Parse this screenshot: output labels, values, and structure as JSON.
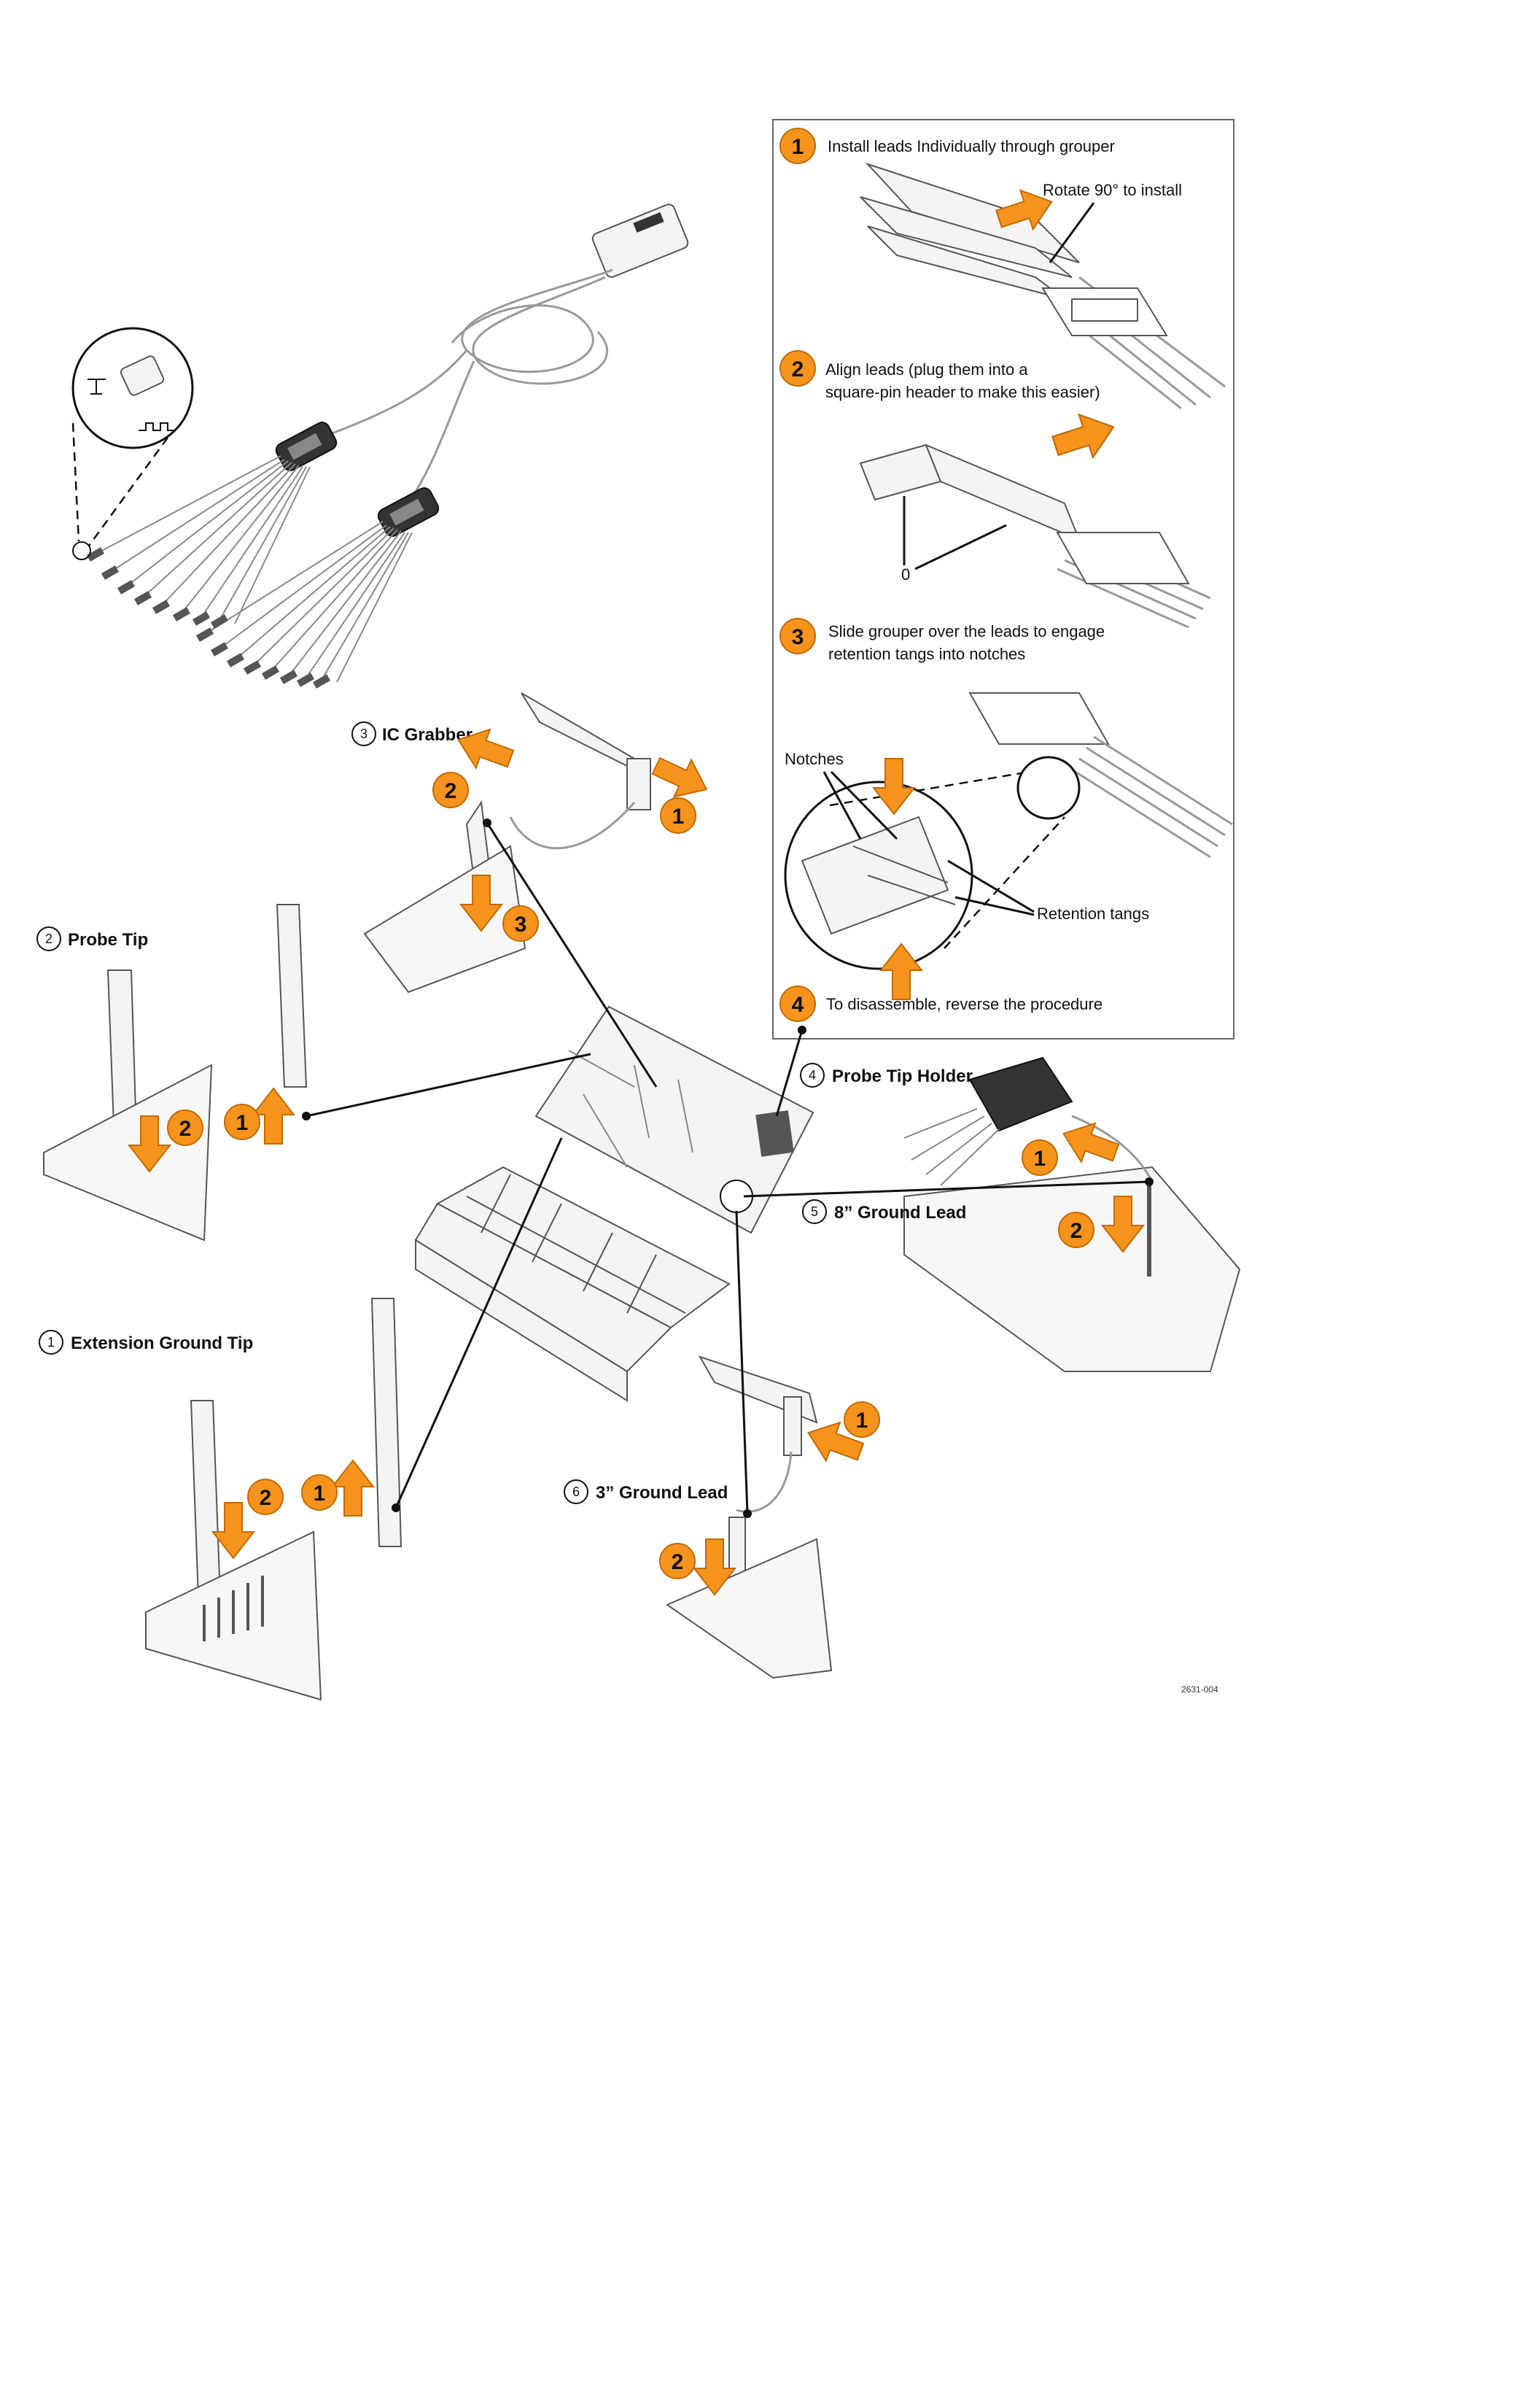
{
  "colors": {
    "accent": "#f7941d",
    "accent_stroke": "#c46a00",
    "line": "#111111",
    "panel_border": "#666666"
  },
  "instructions_panel": {
    "steps": [
      {
        "num": "1",
        "text": "Install leads Individually through grouper"
      },
      {
        "num": "2",
        "text_line1": "Align leads (plug them into a",
        "text_line2": "square-pin header to make this easier)"
      },
      {
        "num": "3",
        "text_line1": "Slide grouper over the leads to engage",
        "text_line2": "retention tangs into notches"
      },
      {
        "num": "4",
        "text": "To disassemble, reverse the procedure"
      }
    ],
    "rotate_label": "Rotate 90° to install",
    "zero_label": "0",
    "notches_label": "Notches",
    "retention_label": "Retention tangs"
  },
  "accessories": {
    "ic_grabber": {
      "num": "3",
      "label": "IC Grabber"
    },
    "probe_tip": {
      "num": "2",
      "label": "Probe Tip"
    },
    "ext_ground": {
      "num": "1",
      "label": "Extension Ground Tip"
    },
    "tip_holder": {
      "num": "4",
      "label": "Probe Tip Holder"
    },
    "ground_8": {
      "num": "5",
      "label": "8” Ground Lead"
    },
    "ground_3": {
      "num": "6",
      "label": "3” Ground Lead"
    }
  },
  "step_badges": {
    "one": "1",
    "two": "2",
    "three": "3"
  },
  "figure_code": "2631-004"
}
